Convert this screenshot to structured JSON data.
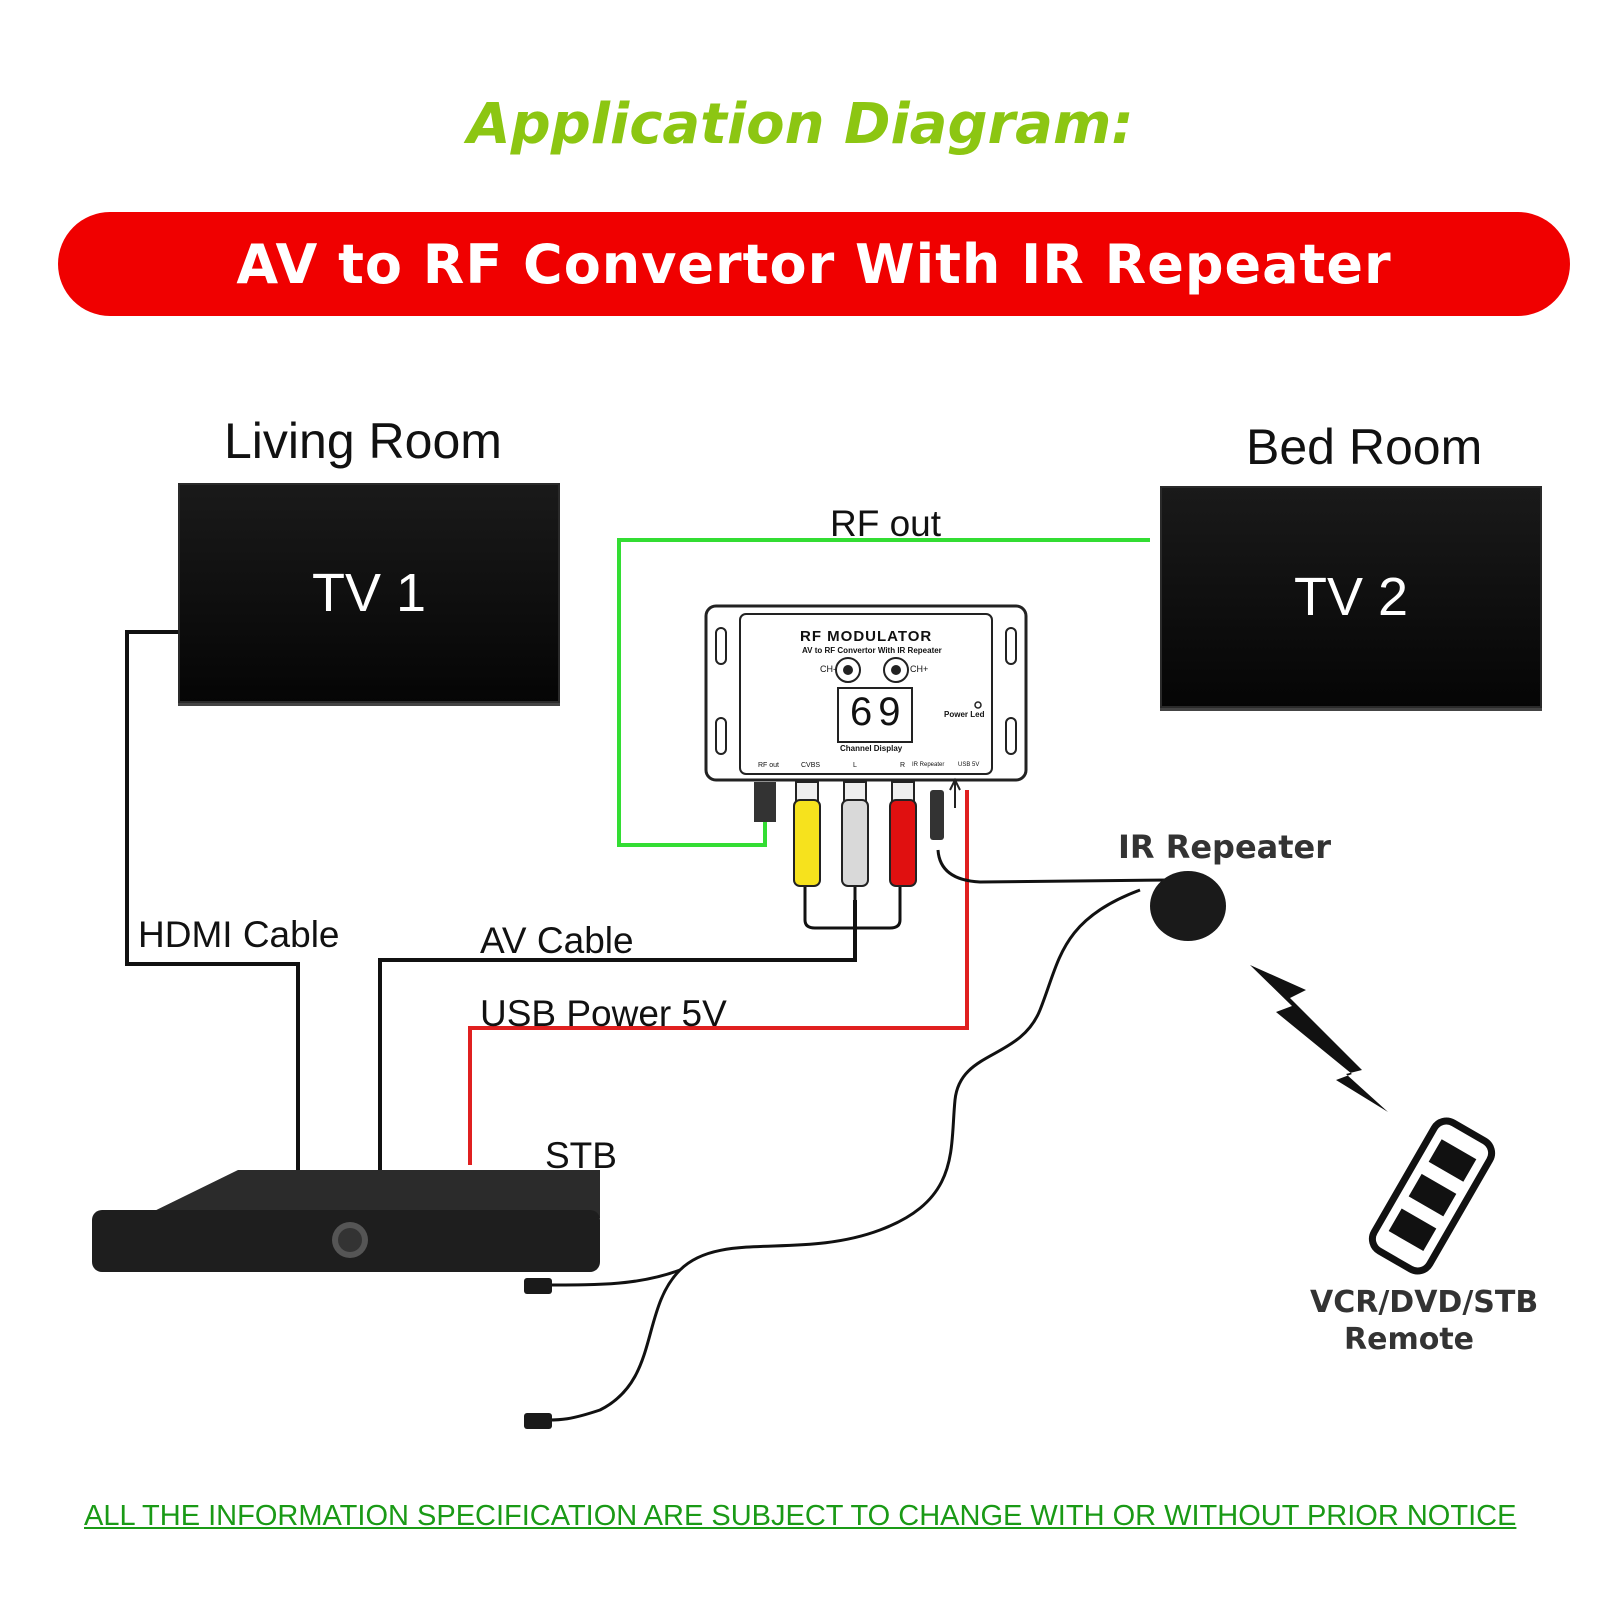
{
  "heading": "Application Diagram:",
  "banner": "AV to RF Convertor With IR Repeater",
  "rooms": {
    "left": "Living Room",
    "right": "Bed Room"
  },
  "tvs": {
    "tv1": "TV 1",
    "tv2": "TV 2"
  },
  "cables": {
    "rf_out": "RF out",
    "hdmi": "HDMI Cable",
    "av": "AV Cable",
    "usb_power": "USB Power 5V"
  },
  "devices": {
    "stb": "STB",
    "ir_repeater": "IR Repeater",
    "remote_line1": "VCR/DVD/STB",
    "remote_line2": "Remote"
  },
  "modulator": {
    "title": "RF MODULATOR",
    "subtitle": "AV to RF Convertor With IR Repeater",
    "ch_minus": "CH-",
    "ch_plus": "CH+",
    "channel": "69",
    "channel_label": "Channel Display",
    "power_led": "Power Led",
    "port_rf_out": "RF out",
    "port_cvbs": "CVBS",
    "port_l": "L",
    "port_r": "R",
    "port_ir": "IR Repeater",
    "port_usb": "USB 5V"
  },
  "notice": "ALL THE INFORMATION SPECIFICATION ARE SUBJECT TO CHANGE WITH OR WITHOUT PRIOR NOTICE",
  "colors": {
    "heading": "#8cc612",
    "banner": "#f00000",
    "rf_line": "#33dd33",
    "usb_line": "#e02020",
    "notice": "#1a9a16"
  }
}
